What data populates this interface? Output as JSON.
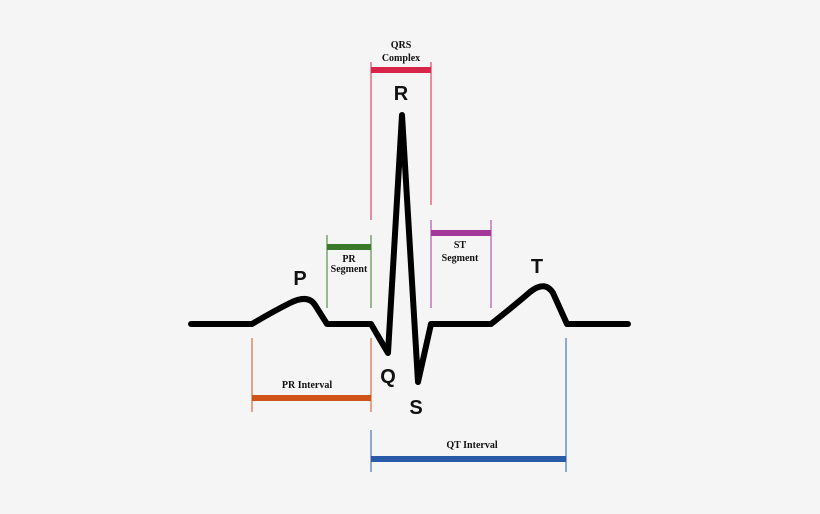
{
  "waves": {
    "p": "P",
    "q": "Q",
    "r": "R",
    "s": "S",
    "t": "T"
  },
  "segments": {
    "qrs_line1": "QRS",
    "qrs_line2": "Complex",
    "pr_segment_line1": "PR",
    "pr_segment_line2": "Segment",
    "st_segment_line1": "ST",
    "st_segment_line2": "Segment",
    "pr_interval": "PR Interval",
    "qt_interval": "QT Interval"
  },
  "colors": {
    "trace": "#000000",
    "qrs": "#d7264a",
    "pr_segment": "#3a7a2a",
    "st_segment": "#a4389a",
    "pr_interval": "#d0541a",
    "qt_interval": "#2a5ba8"
  }
}
